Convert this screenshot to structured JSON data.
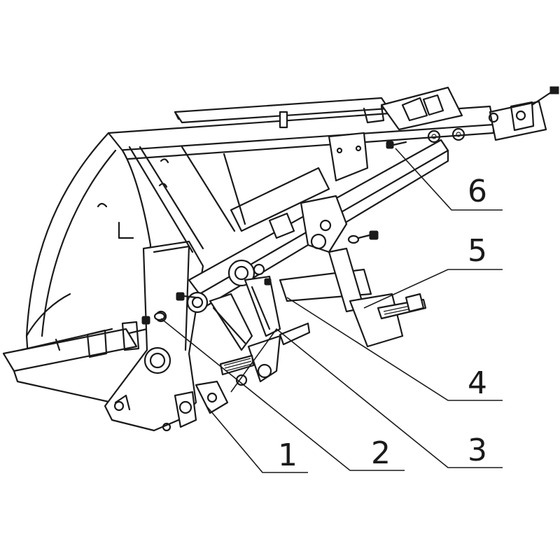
{
  "callouts": [
    {
      "id": "1",
      "label": "1"
    },
    {
      "id": "2",
      "label": "2"
    },
    {
      "id": "3",
      "label": "3"
    },
    {
      "id": "4",
      "label": "4"
    },
    {
      "id": "5",
      "label": "5"
    },
    {
      "id": "6",
      "label": "6"
    }
  ],
  "colors": {
    "line": "#1a1a1a",
    "background": "#ffffff"
  }
}
